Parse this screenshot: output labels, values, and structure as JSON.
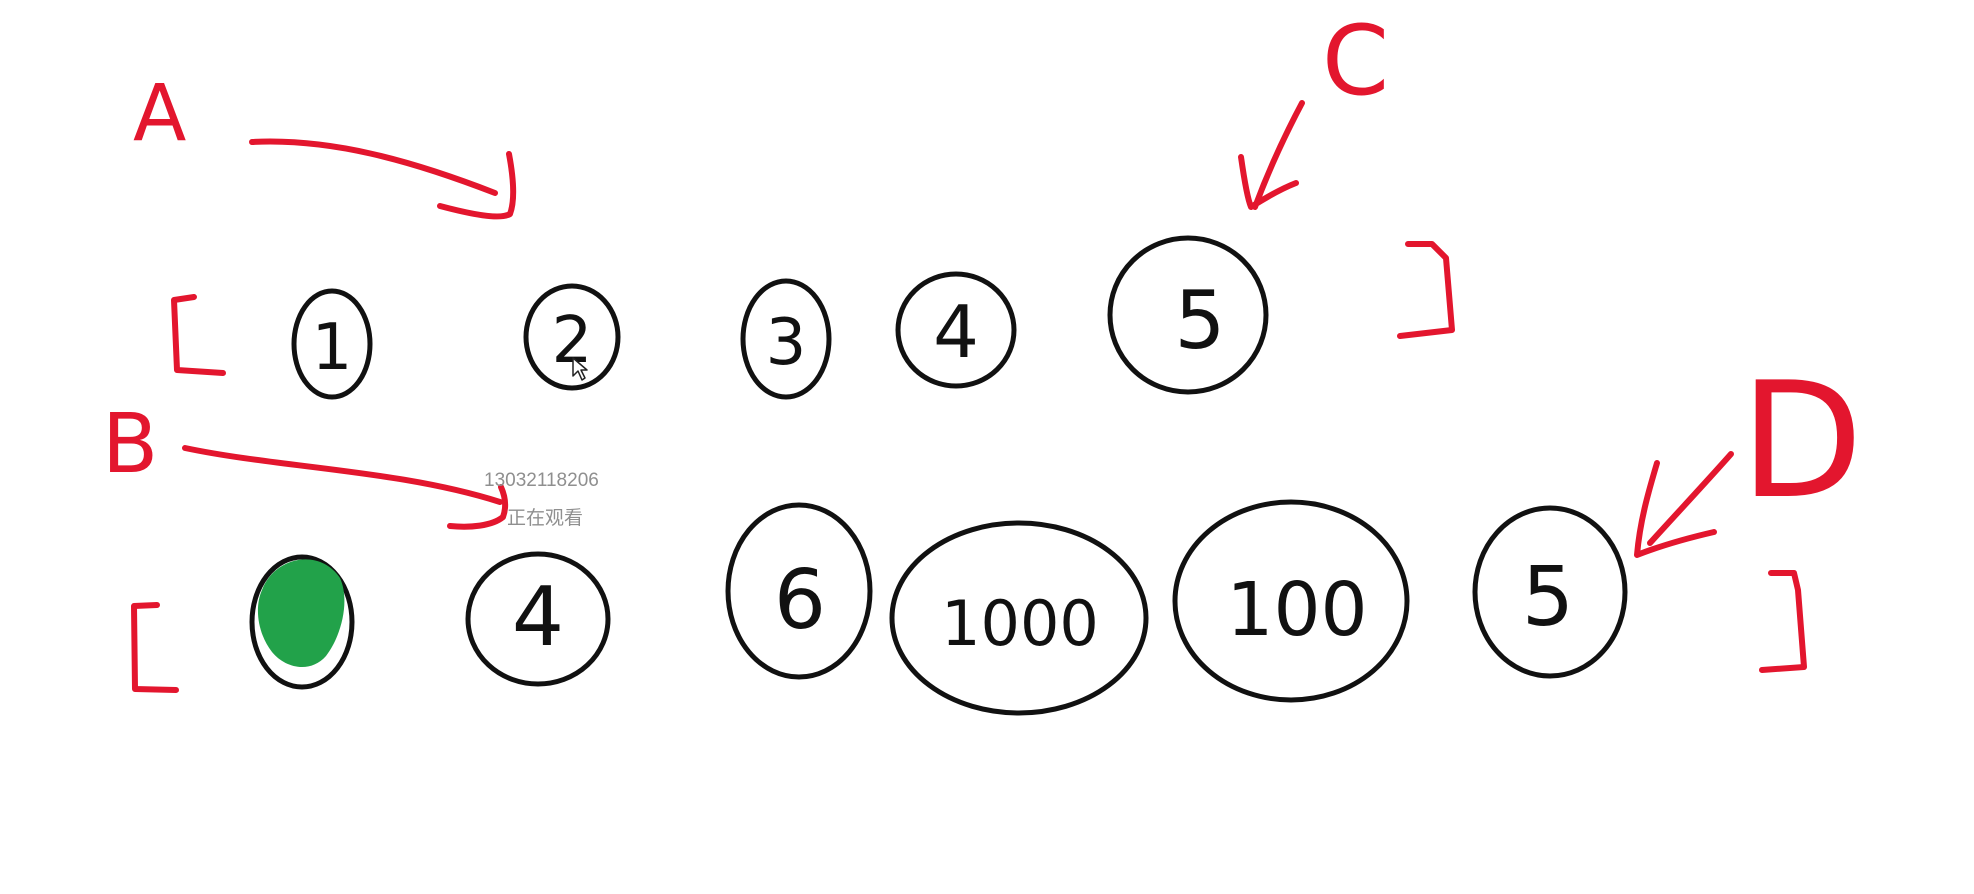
{
  "colors": {
    "background": "#ffffff",
    "ink_red": "#e3162e",
    "ink_black": "#111111",
    "fill_green": "#22a24a",
    "watermark_gray": "#8f8f8f"
  },
  "labels": {
    "a": "A",
    "b": "B",
    "c": "C",
    "d": "D"
  },
  "brackets": {
    "open": "[",
    "close": "]"
  },
  "array_a": {
    "items": [
      "1",
      "2",
      "3",
      "4",
      "5"
    ]
  },
  "array_b": {
    "items": [
      "",
      "4",
      "6",
      "1000",
      "100",
      "5"
    ],
    "first_item_state": "filled-green"
  },
  "watermark": {
    "id": "13032118206",
    "status": "正在观看"
  },
  "icons": {
    "pointer": "mouse-cursor-icon"
  }
}
